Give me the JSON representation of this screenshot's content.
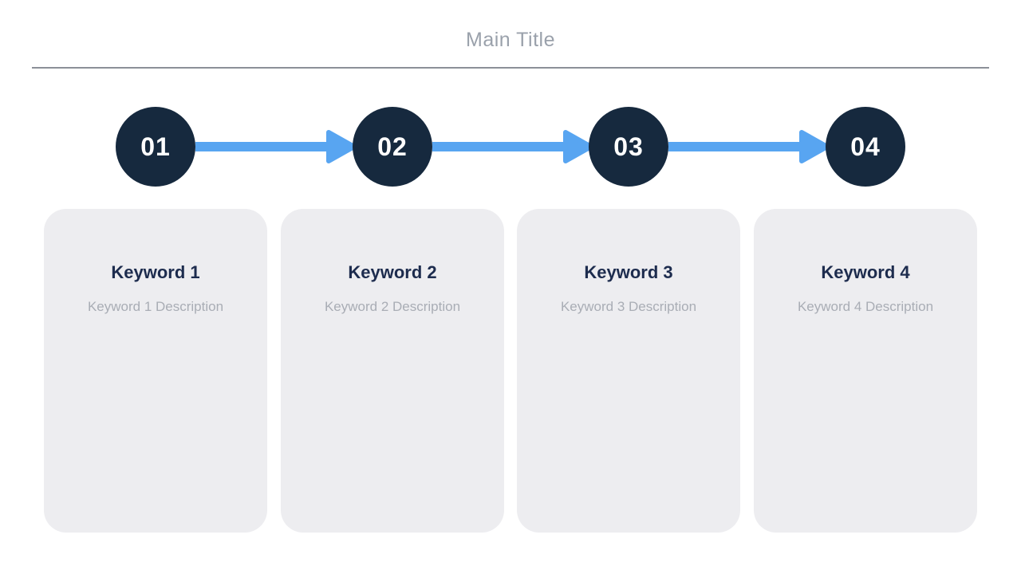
{
  "slide": {
    "title": "Main Title"
  },
  "steps": [
    {
      "number": "01",
      "title": "Keyword 1",
      "description": "Keyword 1 Description"
    },
    {
      "number": "02",
      "title": "Keyword 2",
      "description": "Keyword 2 Description"
    },
    {
      "number": "03",
      "title": "Keyword 3",
      "description": "Keyword 3 Description"
    },
    {
      "number": "04",
      "title": "Keyword 4",
      "description": "Keyword 4 Description"
    }
  ],
  "colors": {
    "circle_navy": "#16293e",
    "arrow_blue": "#58a5f1",
    "card_background": "#ededf0",
    "main_title_gray": "#9aa1ab",
    "divider_gray": "#8c9098",
    "keyword_navy": "#1d2c4e",
    "description_gray": "#a9adb5"
  }
}
